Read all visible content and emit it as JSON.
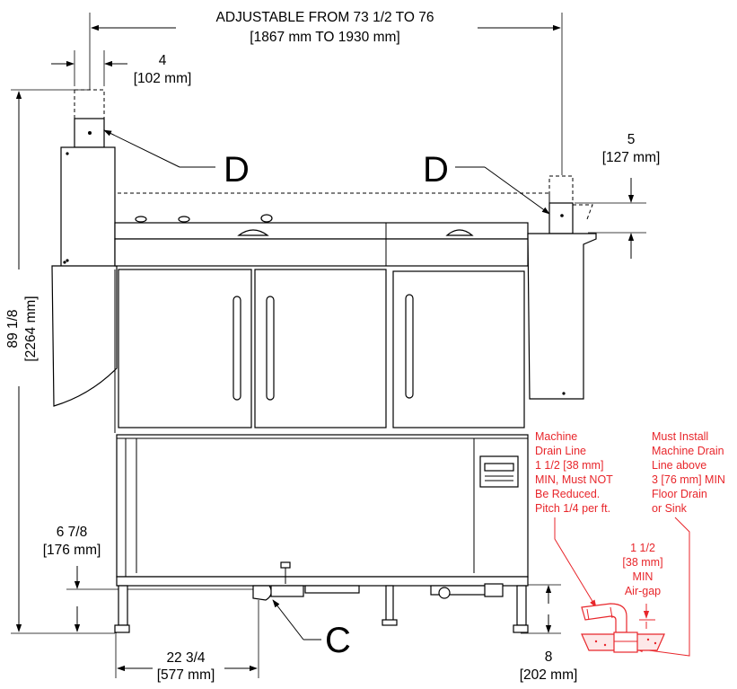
{
  "dimensions": {
    "overall_width_line1": "ADJUSTABLE FROM 73 1/2  TO 76",
    "overall_width_line2": "[1867 mm TO 1930 mm]",
    "left_vent_line1": "4",
    "left_vent_line2": "[102 mm]",
    "right_vent_line1": "5",
    "right_vent_line2": "[127 mm]",
    "height_line1": "89 1/8",
    "height_line2": "[2264 mm]",
    "base_height_line1": "6 7/8",
    "base_height_line2": "[176 mm]",
    "drain_offset_line1": "22 3/4",
    "drain_offset_line2": "[577 mm]",
    "right_leg_line1": "8",
    "right_leg_line2": "[202 mm]"
  },
  "callouts": {
    "vent_left": "D",
    "vent_right": "D",
    "drain": "C"
  },
  "notes": {
    "machine_drain": [
      "Machine",
      "Drain Line",
      "1 1/2 [38 mm]",
      "MIN, Must NOT",
      "Be Reduced.",
      "Pitch 1/4 per ft."
    ],
    "install_drain": [
      "Must Install",
      "Machine Drain",
      "Line above",
      "3 [76 mm] MIN",
      "Floor Drain",
      "or Sink"
    ],
    "air_gap": [
      "1 1/2",
      "[38 mm]",
      "MIN",
      "Air-gap"
    ]
  },
  "colors": {
    "note_red": "#e8262b",
    "line": "#000000"
  }
}
